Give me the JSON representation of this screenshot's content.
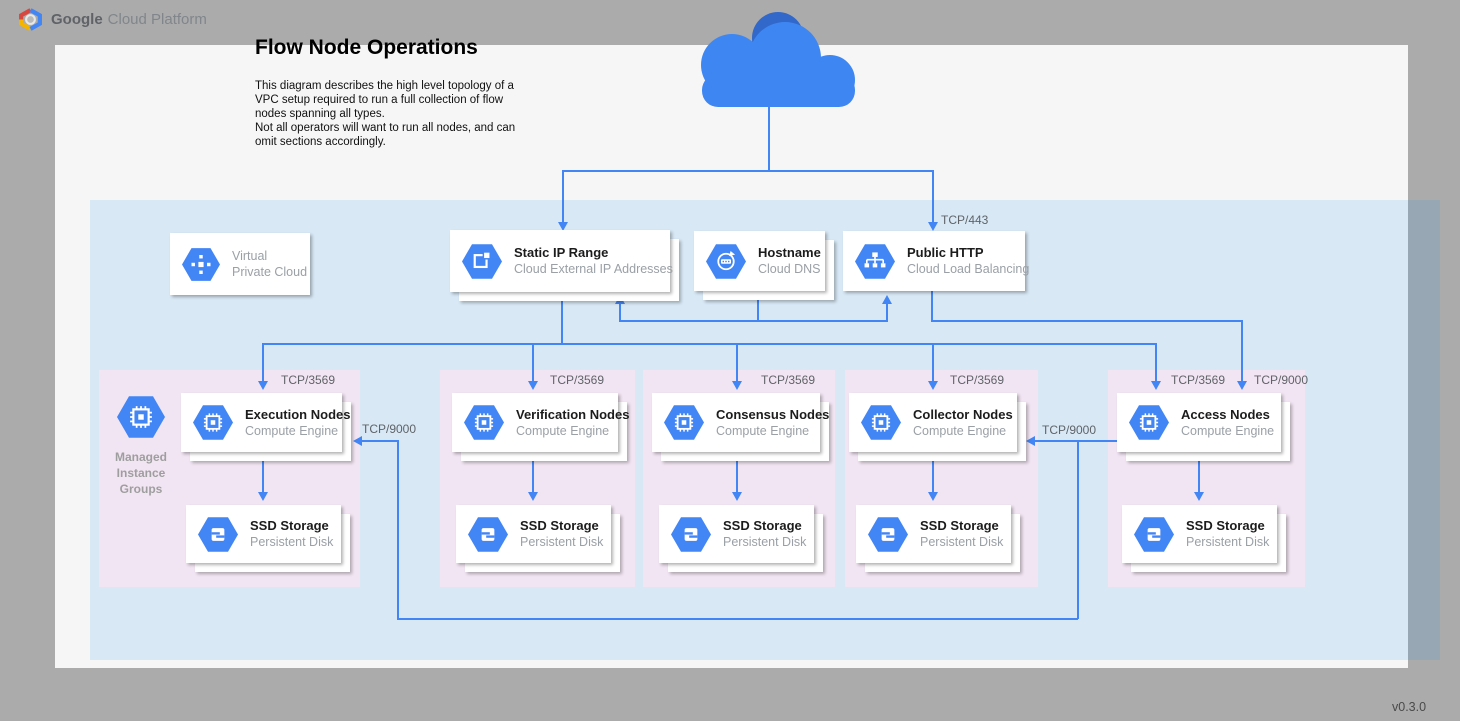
{
  "header": {
    "brand_bold": "Google",
    "brand_rest": "Cloud Platform"
  },
  "title": "Flow Node Operations",
  "description": "This diagram describes the high level topology of a\nVPC setup required to run a full collection of flow\nnodes spanning all types.\nNot all operators will want to run all nodes, and can\nomit sections accordingly.",
  "version": "v0.3.0",
  "colors": {
    "accent_blue": "#4285f4",
    "vpc_zone": "#dceafb",
    "group_pink": "#f2e5f3",
    "cloud_blue": "#3e87f2",
    "cloud_dark": "#3168c9"
  },
  "services": {
    "vpc": {
      "title": "Virtual\nPrivate Cloud"
    },
    "static_ip": {
      "title": "Static IP Range",
      "subtitle": "Cloud External IP Addresses"
    },
    "hostname": {
      "title": "Hostname",
      "subtitle": "Cloud DNS"
    },
    "public_http": {
      "title": "Public HTTP",
      "subtitle": "Cloud Load Balancing"
    }
  },
  "mig_label": "Managed\nInstance\nGroups",
  "groups": [
    {
      "title": "Execution Nodes",
      "subtitle": "Compute Engine",
      "storage_title": "SSD Storage",
      "storage_subtitle": "Persistent Disk",
      "port": "TCP/3569"
    },
    {
      "title": "Verification Nodes",
      "subtitle": "Compute Engine",
      "storage_title": "SSD Storage",
      "storage_subtitle": "Persistent Disk",
      "port": "TCP/3569"
    },
    {
      "title": "Consensus Nodes",
      "subtitle": "Compute Engine",
      "storage_title": "SSD Storage",
      "storage_subtitle": "Persistent Disk",
      "port": "TCP/3569"
    },
    {
      "title": "Collector Nodes",
      "subtitle": "Compute Engine",
      "storage_title": "SSD Storage",
      "storage_subtitle": "Persistent Disk",
      "port": "TCP/3569"
    },
    {
      "title": "Access Nodes",
      "subtitle": "Compute Engine",
      "storage_title": "SSD Storage",
      "storage_subtitle": "Persistent Disk",
      "port": "TCP/3569",
      "port2": "TCP/9000"
    }
  ],
  "edge_labels": {
    "to_load_balancer": "TCP/443",
    "access_to_collector": "TCP/9000",
    "access_to_execution": "TCP/9000"
  }
}
